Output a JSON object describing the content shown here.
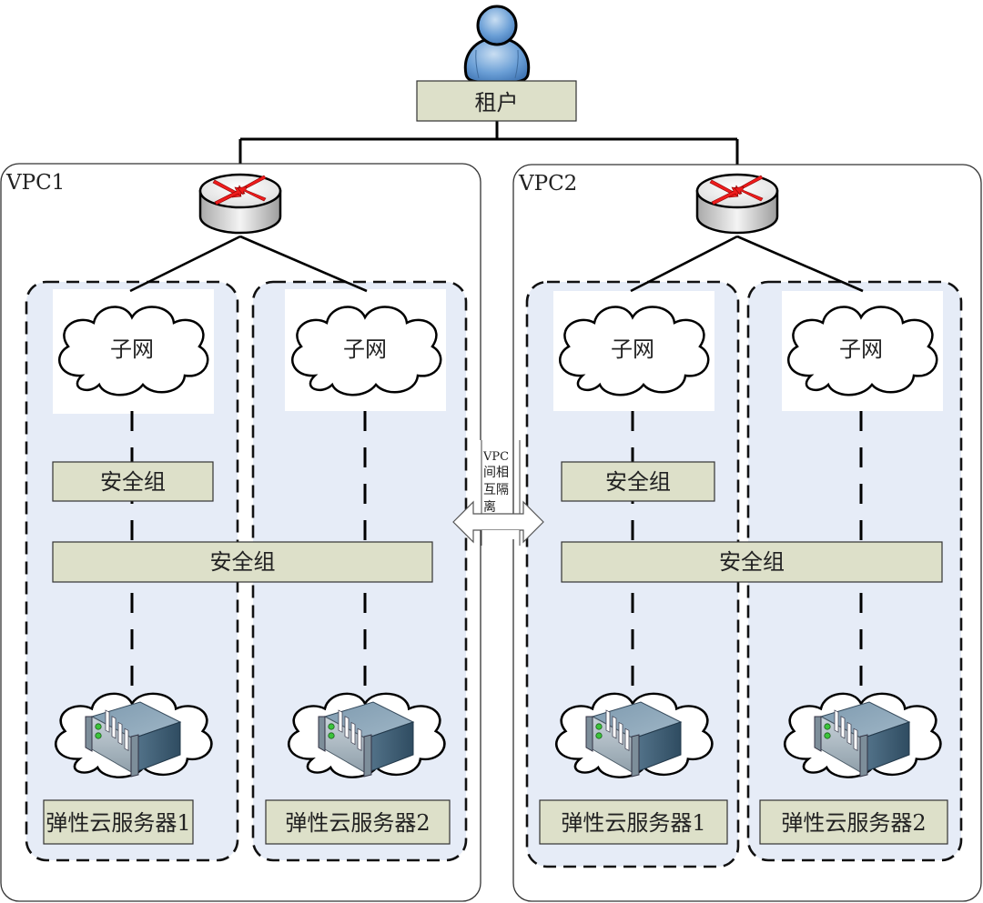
{
  "tenant": {
    "label": "租户",
    "icon": "user-icon"
  },
  "isolation": {
    "lines": [
      "VPC",
      "间相",
      "互隔",
      "离"
    ],
    "icon": "double-arrow-icon"
  },
  "colors": {
    "label_box_fill": "#dde0c9",
    "subnet_zone_fill": "#e6ecf7",
    "router_arrow": "#ee1c1c",
    "person_fill": "#5b93cf"
  },
  "vpcs": [
    {
      "name": "VPC1",
      "router_icon": "router-icon",
      "shared_security_group": "安全组",
      "zones": [
        {
          "subnet": "子网",
          "security_group": "安全组",
          "server": "弹性云服务器1"
        },
        {
          "subnet": "子网",
          "server": "弹性云服务器2"
        }
      ]
    },
    {
      "name": "VPC2",
      "router_icon": "router-icon",
      "shared_security_group": "安全组",
      "zones": [
        {
          "subnet": "子网",
          "security_group": "安全组",
          "server": "弹性云服务器1"
        },
        {
          "subnet": "子网",
          "server": "弹性云服务器2"
        }
      ]
    }
  ]
}
